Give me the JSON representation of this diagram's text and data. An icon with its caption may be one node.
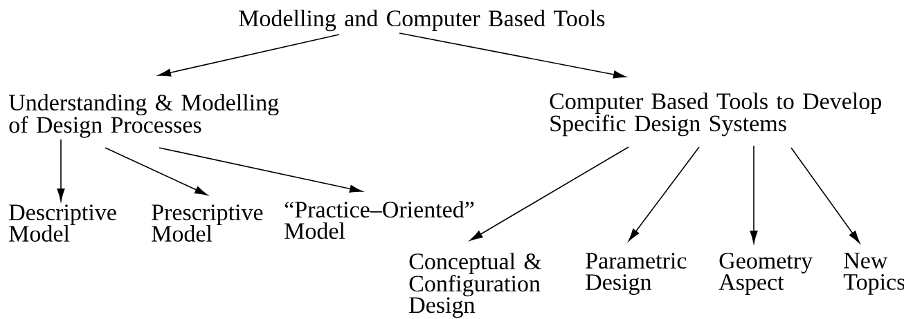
{
  "diagram": {
    "nodes": [
      {
        "text": [
          "Modelling and Computer Based Tools"
        ]
      },
      {
        "text": [
          "Understanding & Modelling of Design Processes"
        ]
      },
      {
        "text": [
          "Computer Based Tools to Develop Specific Design Systems"
        ]
      },
      {
        "text": [
          "Descriptive Model"
        ]
      },
      {
        "text": [
          "Prescriptive Model"
        ]
      },
      {
        "text": [
          "“Practice–Oriented” Model"
        ]
      },
      {
        "text": [
          "Conceptual & Configuration Design"
        ]
      },
      {
        "text": [
          "Parametric Design"
        ]
      },
      {
        "text": [
          "Geometry Aspect"
        ]
      },
      {
        "text": [
          "New Topics"
        ]
      }
    ],
    "edges": [
      {
        "from": 0,
        "to": 1,
        "arrow": "to"
      },
      {
        "from": 0,
        "to": 2,
        "arrow": "to"
      },
      {
        "from": 1,
        "to": 3,
        "arrow": "to"
      },
      {
        "from": 1,
        "to": 4,
        "arrow": "to"
      },
      {
        "from": 1,
        "to": 5,
        "arrow": "to"
      },
      {
        "from": 2,
        "to": 6,
        "arrow": "to"
      },
      {
        "from": 2,
        "to": 7,
        "arrow": "to"
      },
      {
        "from": 2,
        "to": 8,
        "arrow": "to"
      },
      {
        "from": 2,
        "to": 9,
        "arrow": "to"
      }
    ]
  }
}
